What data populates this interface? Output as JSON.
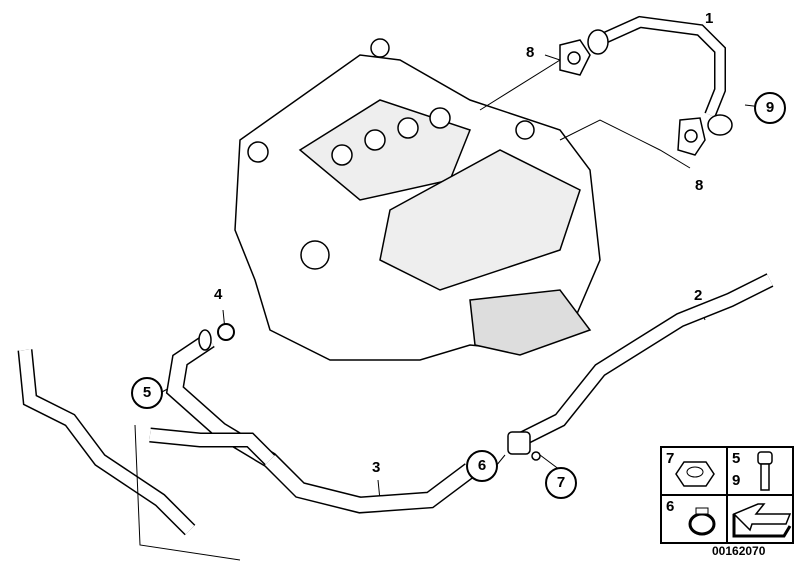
{
  "diagram": {
    "callouts": {
      "part1": "1",
      "part2": "2",
      "part3": "3",
      "part4": "4",
      "part5": "5",
      "part6": "6",
      "part7": "7",
      "part8_top": "8",
      "part8_bottom": "8",
      "part9": "9"
    },
    "legend": {
      "nut": "7",
      "bolt_a": "5",
      "bolt_b": "9",
      "clamp": "6"
    },
    "diagram_code": "00162070"
  }
}
